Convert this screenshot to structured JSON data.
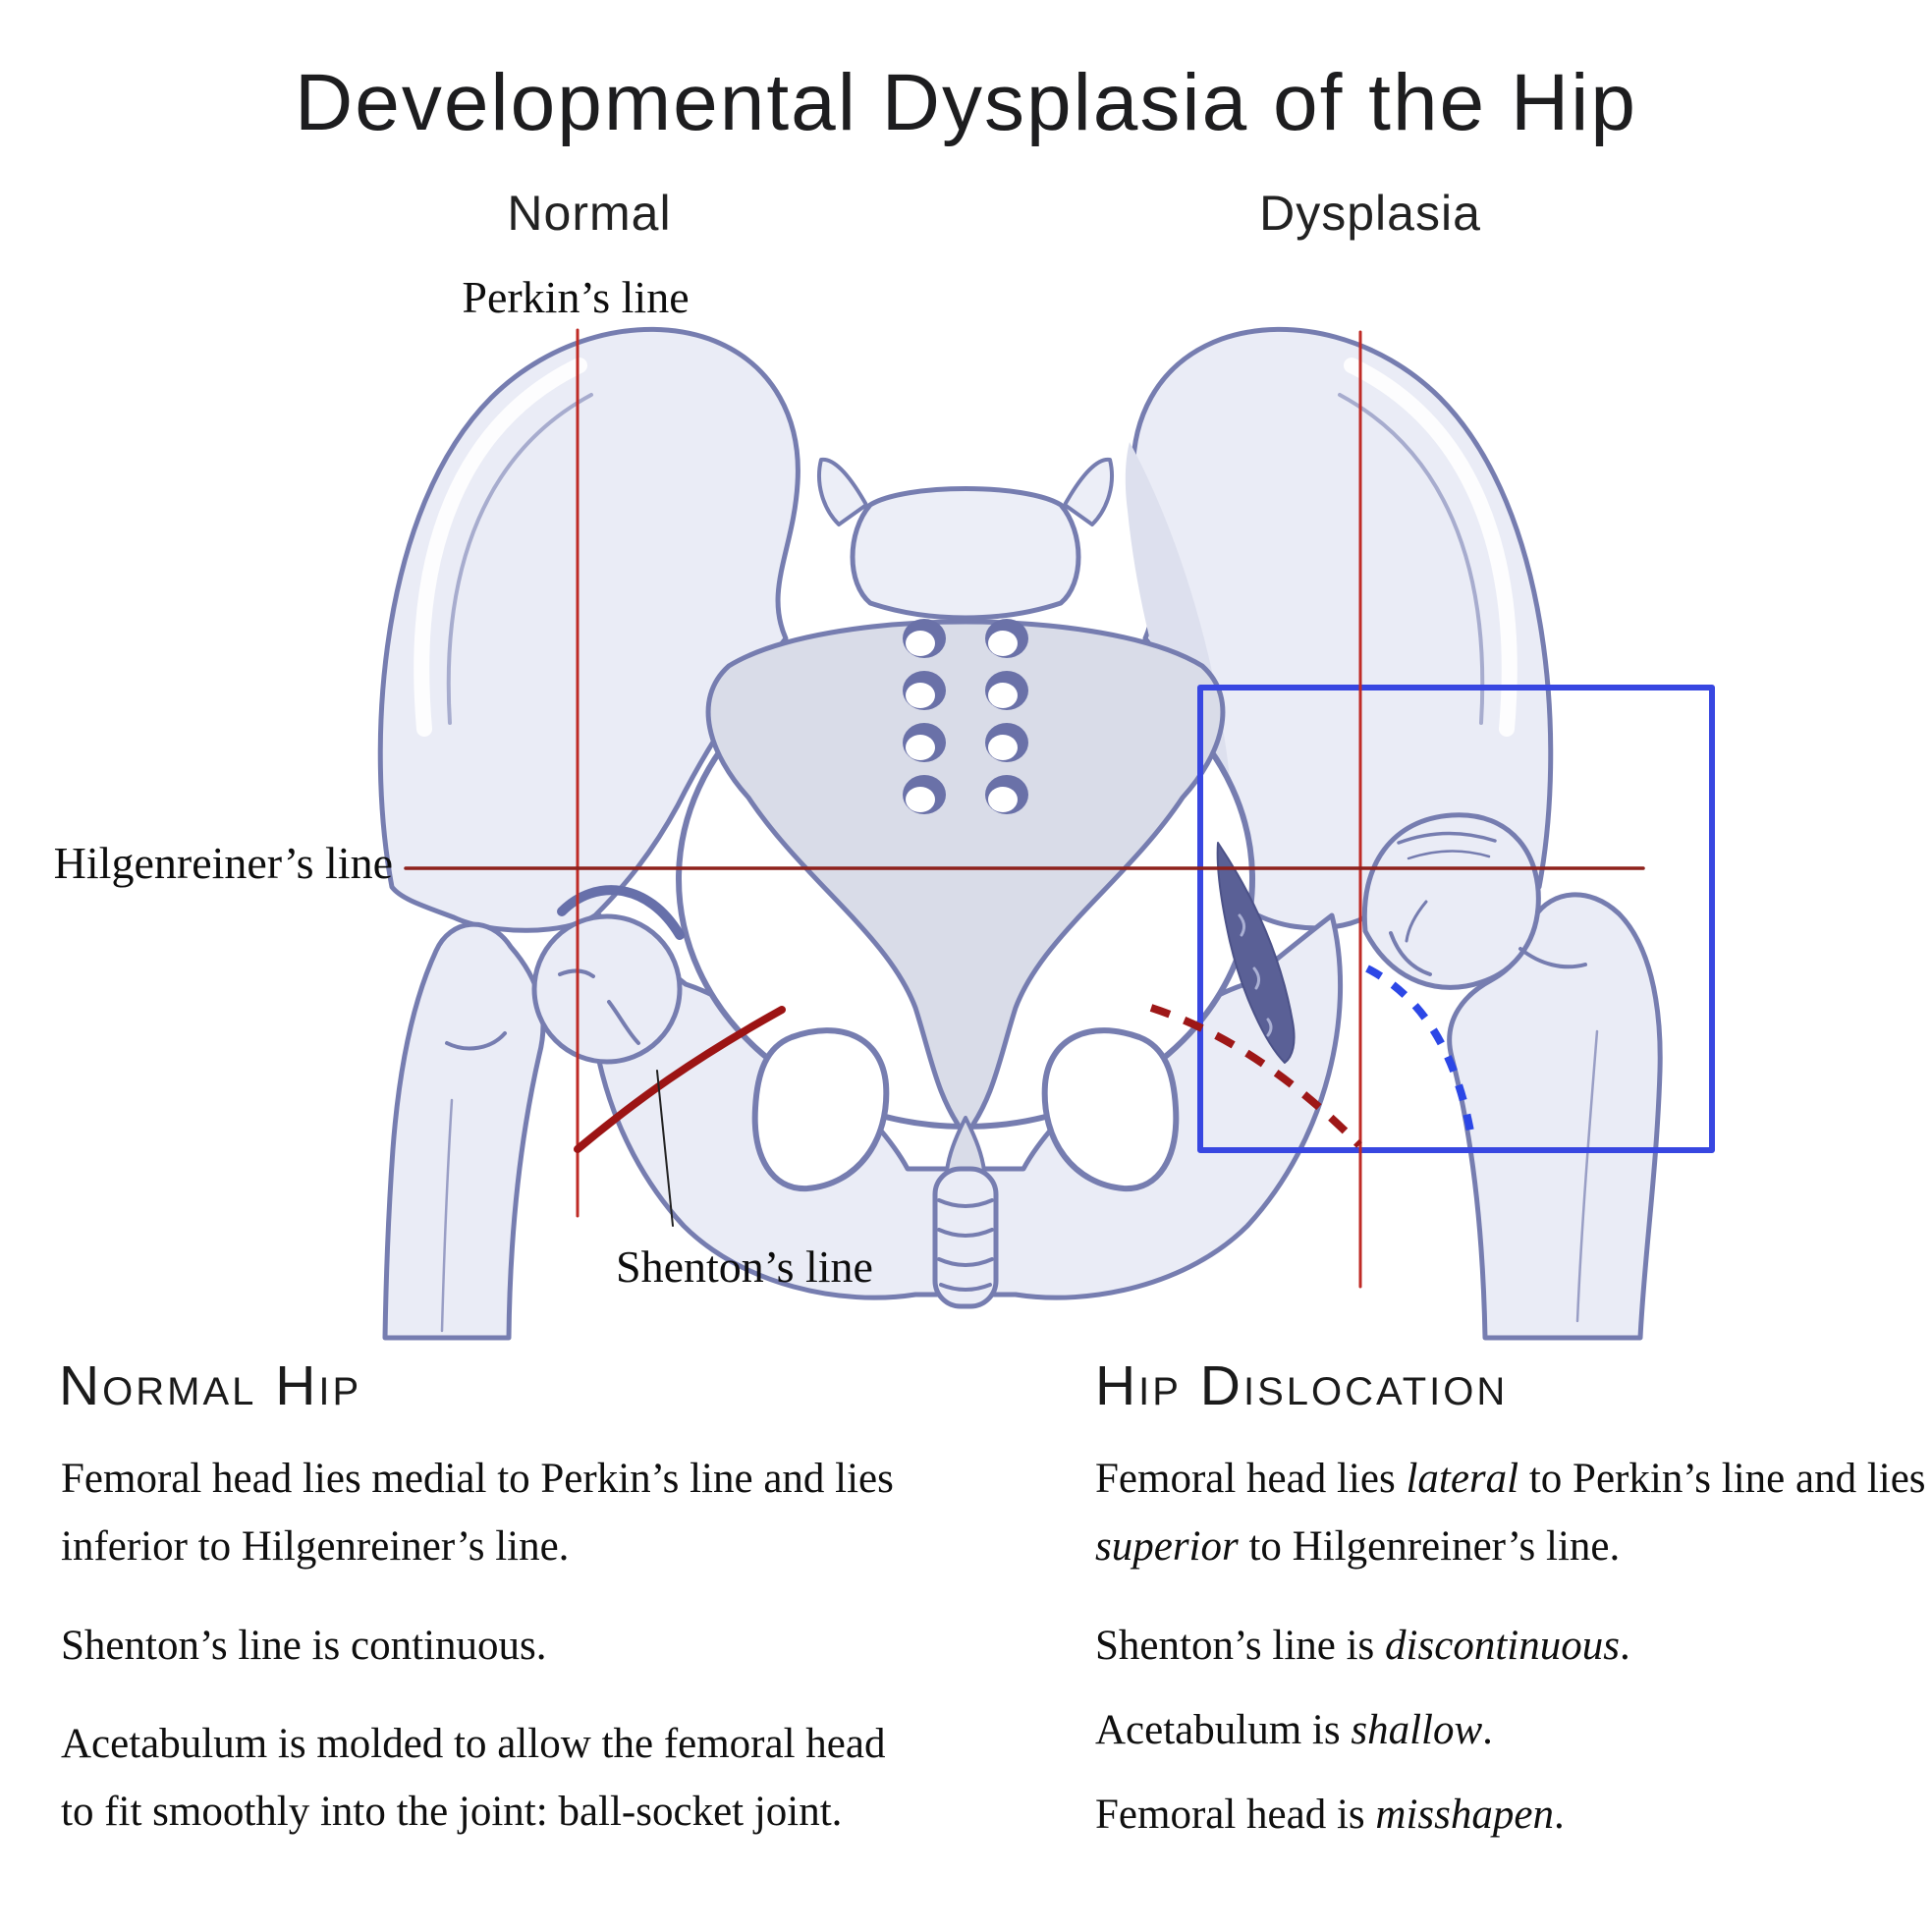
{
  "page": {
    "title": "Developmental Dysplasia of the Hip",
    "background": "#ffffff"
  },
  "column_headers": {
    "normal": "Normal",
    "dysplasia": "Dysplasia"
  },
  "diagram": {
    "labels": {
      "perkins": "Perkin’s line",
      "hilgenreiners": "Hilgenreiner’s line",
      "shentons": "Shenton’s line"
    },
    "colors": {
      "perkins_line": "#bf2b26",
      "hilgenreiners_line": "#8e211c",
      "shentons_line": "#9c1414",
      "shentons_dashed": "#9e1717",
      "dysplasia_box": "#3847e1",
      "dashed_blue": "#2c47e6",
      "bone_outline": "#767db0",
      "bone_fill": "#eaecf6",
      "sacrum_fill": "#d9dce8",
      "deep_socket": "#5a6096"
    }
  },
  "sections": {
    "normal": {
      "heading": "Normal Hip",
      "paragraphs": [
        [
          {
            "t": "Femoral head lies medial to Perkin’s line and lies inferior to Hilgenreiner’s line."
          }
        ],
        [
          {
            "t": "Shenton’s line is continuous."
          }
        ],
        [
          {
            "t": "Acetabulum is molded to allow the femoral head to fit smoothly into the joint: ball-socket joint."
          }
        ]
      ]
    },
    "dislocation": {
      "heading": "Hip Dislocation",
      "paragraphs": [
        [
          {
            "t": "Femoral head lies "
          },
          {
            "t": "lateral",
            "i": true
          },
          {
            "t": " to Perkin’s line and lies "
          },
          {
            "t": "superior",
            "i": true
          },
          {
            "t": " to Hilgenreiner’s line."
          }
        ],
        [
          {
            "t": "Shenton’s line is "
          },
          {
            "t": "discontinuous",
            "i": true
          },
          {
            "t": "."
          }
        ],
        [
          {
            "t": "Acetabulum is "
          },
          {
            "t": "shallow",
            "i": true
          },
          {
            "t": "."
          }
        ],
        [
          {
            "t": "Femoral head is "
          },
          {
            "t": "misshapen",
            "i": true
          },
          {
            "t": "."
          }
        ]
      ]
    }
  }
}
